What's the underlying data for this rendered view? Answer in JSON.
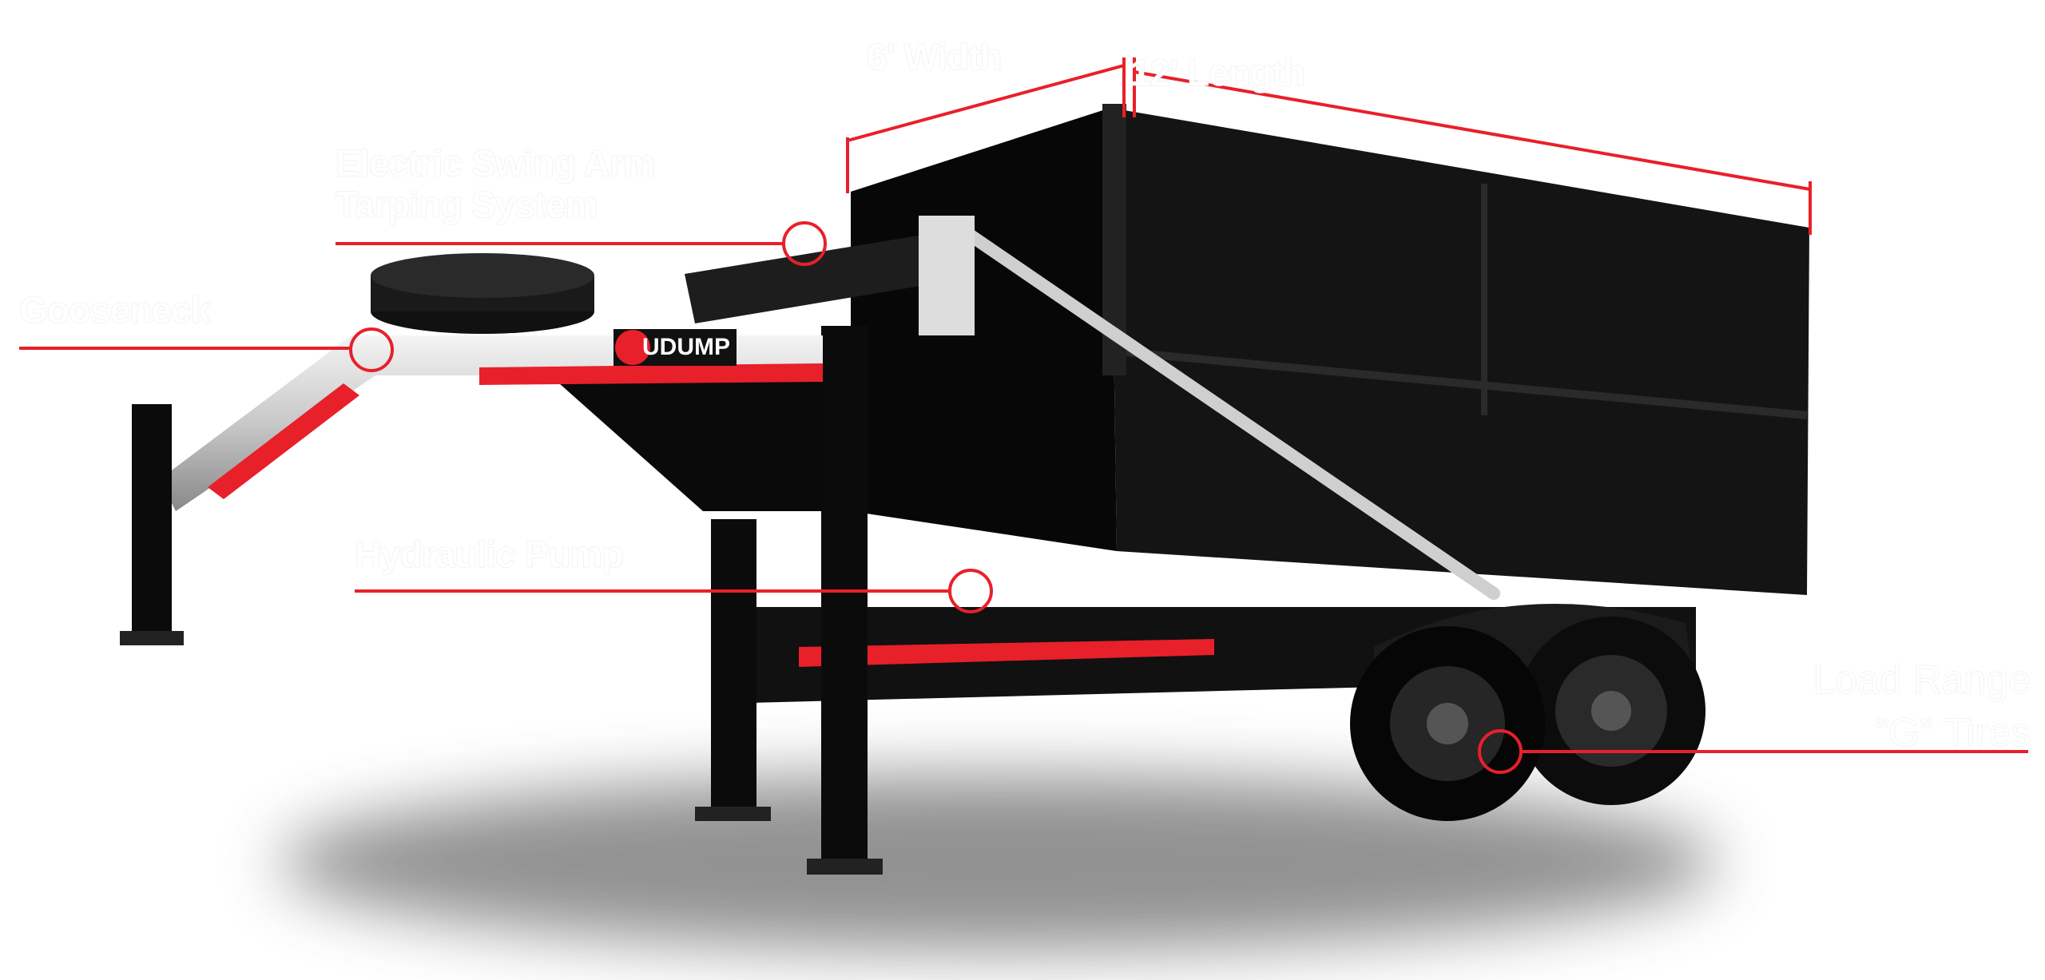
{
  "logo": {
    "text": "UDUMP"
  },
  "dimensions": {
    "width_label": "6' Width",
    "length_label": "12' Length"
  },
  "callouts": [
    {
      "label_line1": "Electric Swing Arm",
      "label_line2": "Tarping System"
    },
    {
      "label_line1": "Gooseneck"
    },
    {
      "label_line1": "Hydraulic Pump"
    },
    {
      "label_line1": "Load Range",
      "label_line2": "“G” Tires"
    }
  ],
  "colors": {
    "accent": "#e8202a",
    "body": "#0a0a0a",
    "label_text": "#ffffff"
  }
}
